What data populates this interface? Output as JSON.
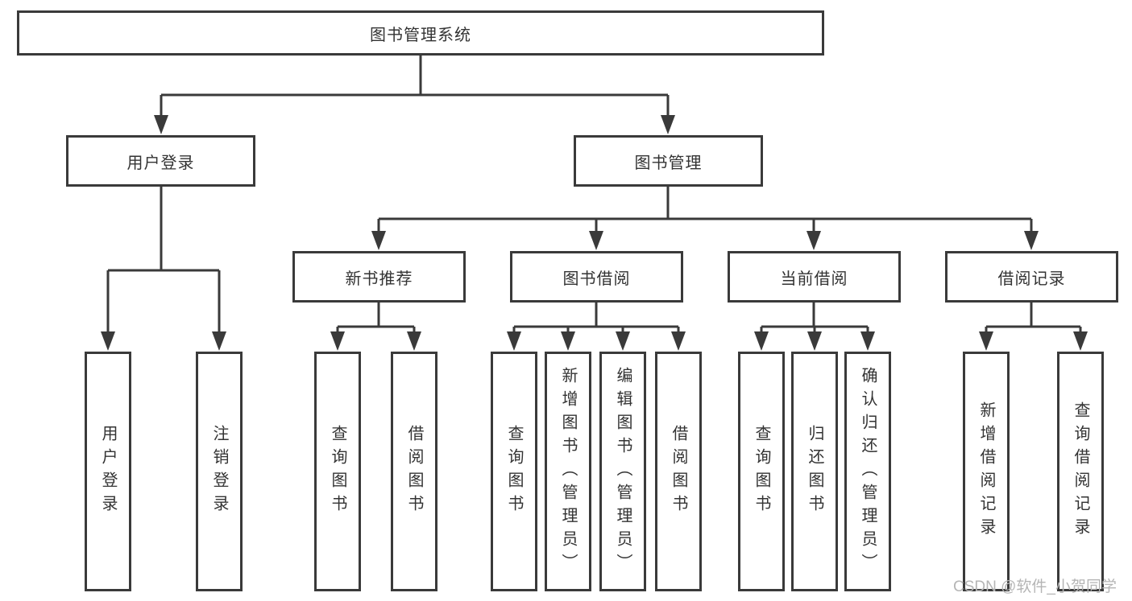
{
  "tree": {
    "root": {
      "label": "图书管理系统",
      "children": [
        {
          "label": "用户登录",
          "children": [
            {
              "label": "用户登录"
            },
            {
              "label": "注销登录"
            }
          ]
        },
        {
          "label": "图书管理",
          "children": [
            {
              "label": "新书推荐",
              "children": [
                {
                  "label": "查询图书"
                },
                {
                  "label": "借阅图书"
                }
              ]
            },
            {
              "label": "图书借阅",
              "children": [
                {
                  "label": "查询图书"
                },
                {
                  "label": "新增图书（管理员）"
                },
                {
                  "label": "编辑图书（管理员）"
                },
                {
                  "label": "借阅图书"
                }
              ]
            },
            {
              "label": "当前借阅",
              "children": [
                {
                  "label": "查询图书"
                },
                {
                  "label": "归还图书"
                },
                {
                  "label": "确认归还（管理员）"
                }
              ]
            },
            {
              "label": "借阅记录",
              "children": [
                {
                  "label": "新增借阅记录"
                },
                {
                  "label": "查询借阅记录"
                }
              ]
            }
          ]
        }
      ]
    }
  },
  "watermark": {
    "text": "CSDN @软件_小贺同学",
    "color": "#b5b5b5"
  },
  "colors": {
    "line": "#3a3a3a",
    "border": "#3a3a3a",
    "text": "#333333",
    "background": "#ffffff"
  }
}
